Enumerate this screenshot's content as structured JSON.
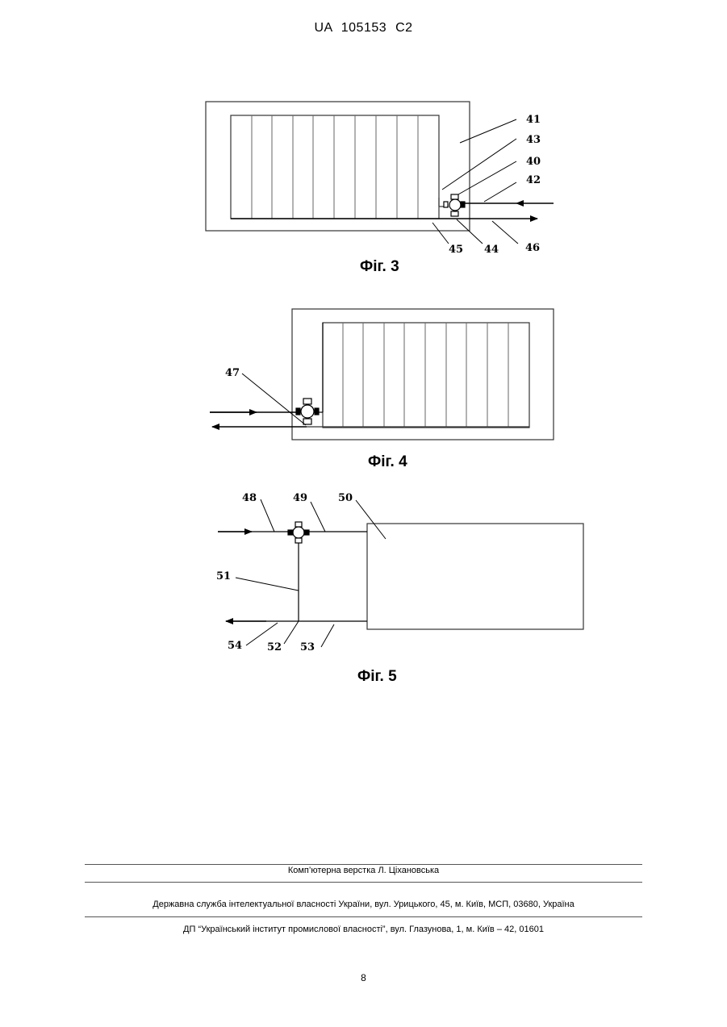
{
  "header": {
    "patent_id": "UA   105153   C2"
  },
  "figures": {
    "fig3": {
      "caption": "Фіг. 3",
      "labels": [
        "41",
        "43",
        "40",
        "42",
        "45",
        "44",
        "46"
      ]
    },
    "fig4": {
      "caption": "Фіг. 4",
      "labels": [
        "47"
      ]
    },
    "fig5": {
      "caption": "Фіг. 5",
      "labels": [
        "48",
        "49",
        "50",
        "51",
        "54",
        "52",
        "53"
      ]
    }
  },
  "footer": {
    "layout_credit": "Комп’ютерна верстка Л. Ціхановська",
    "agency": "Державна служба інтелектуальної власності України, вул. Урицького, 45, м. Київ, МСП, 03680, Україна",
    "institute": "ДП “Український інститут промислової власності”, вул. Глазунова, 1, м. Київ – 42, 01601"
  },
  "page_number": "8"
}
